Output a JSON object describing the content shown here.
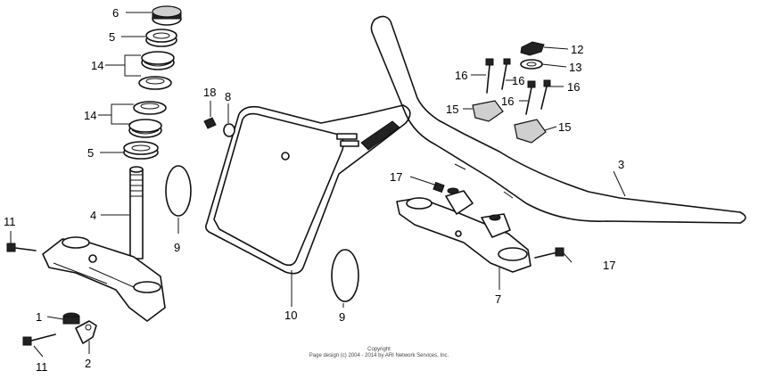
{
  "callouts": {
    "c1": "1",
    "c2": "2",
    "c3": "3",
    "c4": "4",
    "c5a": "5",
    "c5b": "5",
    "c6": "6",
    "c7": "7",
    "c8": "8",
    "c9a": "9",
    "c9b": "9",
    "c10": "10",
    "c11a": "11",
    "c11b": "11",
    "c12": "12",
    "c13": "13",
    "c14a": "14",
    "c14b": "14",
    "c15a": "15",
    "c15b": "15",
    "c16a": "16",
    "c16b": "16",
    "c16c": "16",
    "c17a": "17",
    "c17b": "17",
    "c18": "18"
  },
  "copyright": {
    "line1": "Copyright",
    "line2": "Page design (c) 2004 - 2014 by ARI Network Services, Inc."
  }
}
